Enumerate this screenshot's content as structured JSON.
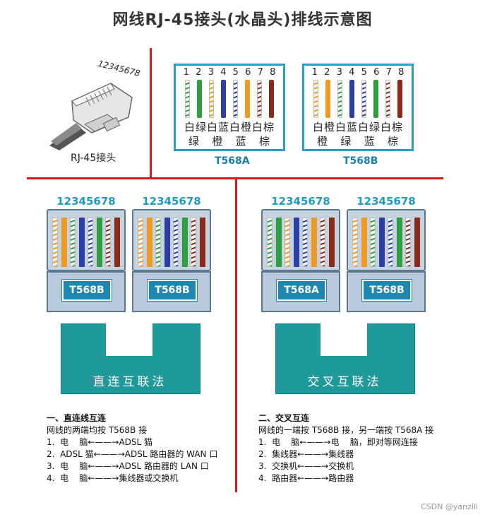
{
  "title": "网线RJ-45接头(水晶头)排线示意图",
  "rj45": {
    "model_number": "12345678",
    "label": "RJ-45接头"
  },
  "pin_numbers": [
    "1",
    "2",
    "3",
    "4",
    "5",
    "6",
    "7",
    "8"
  ],
  "pin_numbers_compact": "12345678",
  "colors": {
    "white": "#f5f5f5",
    "green": "#2e9e3f",
    "orange": "#f29a1f",
    "blue": "#2b3fa5",
    "brown": "#8a2b1a",
    "accent": "#2aa0c8",
    "divider": "#d7191c",
    "cable": "#1f9a9a"
  },
  "t568a": {
    "name": "T568A",
    "wires": [
      "white-green",
      "green",
      "white-orange",
      "blue",
      "white-blue",
      "orange",
      "white-brown",
      "brown"
    ],
    "row1": "白绿白蓝白橙白棕",
    "row2": "绿   橙   蓝   棕"
  },
  "t568b": {
    "name": "T568B",
    "wires": [
      "white-orange",
      "orange",
      "white-green",
      "blue",
      "white-blue",
      "green",
      "white-brown",
      "brown"
    ],
    "row1": "白橙白蓝白绿白棕",
    "row2": "橙   绿   蓝   棕"
  },
  "straight": {
    "left_tag": "T568B",
    "right_tag": "T568B",
    "cable_label": "直连互联法",
    "notes": {
      "heading": "一、直连线互连",
      "subheading": "网线的两端均按 T568B 接",
      "items": [
        "1.  电    脑←——→ADSL 猫",
        "2.  ADSL 猫←——→ADSL 路由器的 WAN 口",
        "3.  电    脑←——→ADSL 路由器的 LAN 口",
        "4.  电    脑←——→集线器或交换机"
      ]
    }
  },
  "crossover": {
    "left_tag": "T568A",
    "right_tag": "T568B",
    "cable_label": "交叉互联法",
    "notes": {
      "heading": "二、交叉互连",
      "subheading": "网线的一端按 T568B 接，另一端按 T568A 接",
      "items": [
        "1.  电    脑←——→电    脑，即对等网连接",
        "2.  集线器←——→集线器",
        "3.  交换机←——→交换机",
        "4.  路由器←——→路由器"
      ]
    }
  },
  "watermark": "CSDN @yanzili"
}
